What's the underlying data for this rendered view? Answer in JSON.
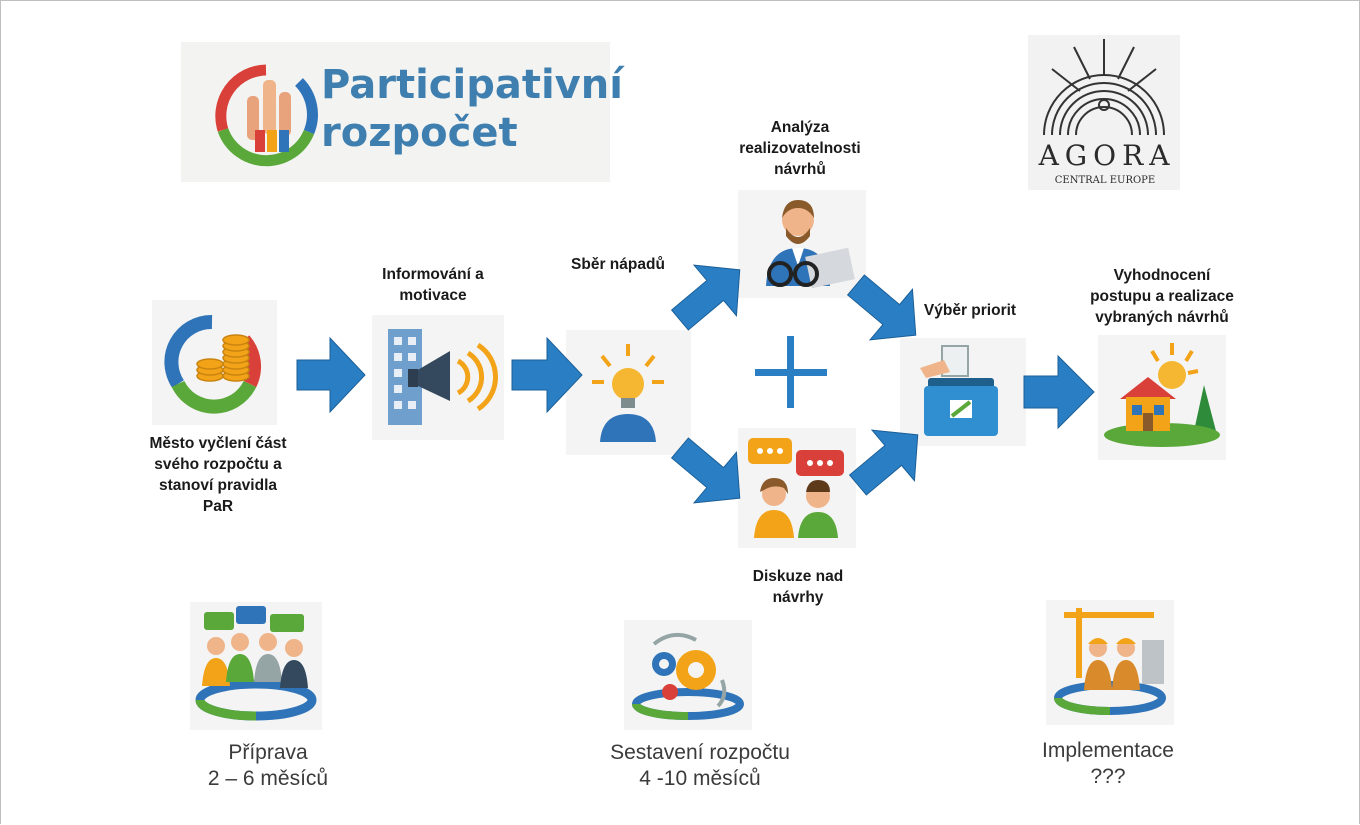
{
  "logos": {
    "participativni": {
      "line1": "Participativní",
      "line2": "rozpočet"
    },
    "agora": {
      "line1": "AGORA",
      "line2": "CENTRAL EUROPE"
    }
  },
  "steps": {
    "mesto": [
      "Město vyčlení část",
      "svého rozpočtu a",
      "stanoví pravidla",
      "PaR"
    ],
    "informovani": [
      "Informování a",
      "motivace"
    ],
    "sber": [
      "Sběr nápadů"
    ],
    "analyza": [
      "Analýza",
      "realizovatelnosti",
      "návrhů"
    ],
    "diskuze": [
      "Diskuze nad",
      "návrhy"
    ],
    "vyber": [
      "Výběr priorit"
    ],
    "vyhodnoceni": [
      "Vyhodnocení",
      "postupu a realizace",
      "vybraných návrhů"
    ]
  },
  "phases": {
    "priprava": [
      "Příprava",
      "2 – 6 měsíců"
    ],
    "sestaveni": [
      "Sestavení rozpočtu",
      "4 -10 měsíců"
    ],
    "implementace": [
      "Implementace",
      "???"
    ]
  },
  "colors": {
    "arrow": "#2a7fc4",
    "plus": "#2a7fc4",
    "logo_blue": "#3f7fb0",
    "green": "#5aa83a",
    "red": "#d9403a",
    "orange": "#f2a318"
  }
}
